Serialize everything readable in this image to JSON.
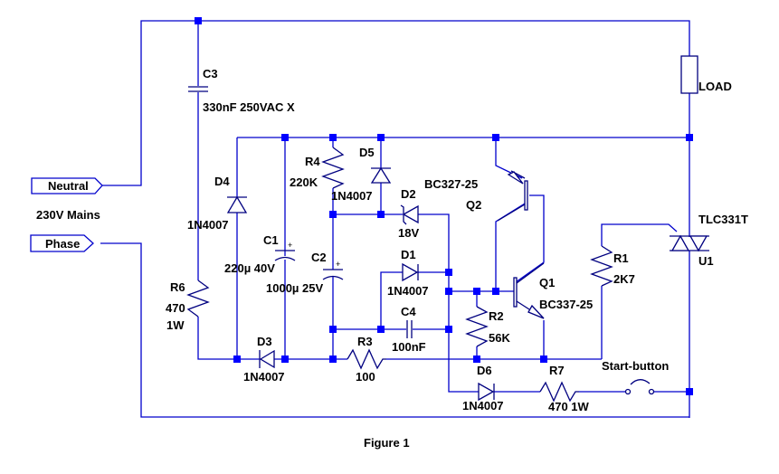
{
  "figure": {
    "caption": "Figure 1",
    "wire_color": "#0000cc",
    "junction_color": "#0000ff"
  },
  "ports": {
    "neutral": "Neutral",
    "phase": "Phase",
    "mains_label": "230V Mains"
  },
  "components": {
    "C3": {
      "ref": "C3",
      "value": "330nF 250VAC X"
    },
    "LOAD": {
      "ref": "LOAD"
    },
    "D4": {
      "ref": "D4",
      "value": "1N4007"
    },
    "R6": {
      "ref": "R6",
      "value": "470",
      "rating": "1W"
    },
    "C1": {
      "ref": "C1",
      "value": "220µ 40V"
    },
    "C2": {
      "ref": "C2",
      "value": "1000µ 25V"
    },
    "R4": {
      "ref": "R4",
      "value": "220K"
    },
    "D5": {
      "ref": "D5",
      "value": "1N4007"
    },
    "D2": {
      "ref": "D2",
      "value": "18V"
    },
    "D1": {
      "ref": "D1",
      "value": "1N4007"
    },
    "C4": {
      "ref": "C4",
      "value": "100nF"
    },
    "D3": {
      "ref": "D3",
      "value": "1N4007"
    },
    "R3": {
      "ref": "R3",
      "value": "100"
    },
    "Q2": {
      "ref": "Q2",
      "value": "BC327-25"
    },
    "Q1": {
      "ref": "Q1",
      "value": "BC337-25"
    },
    "R2": {
      "ref": "R2",
      "value": "56K"
    },
    "R1": {
      "ref": "R1",
      "value": "2K7"
    },
    "U1": {
      "ref": "U1",
      "value": "TLC331T"
    },
    "D6": {
      "ref": "D6",
      "value": "1N4007"
    },
    "R7": {
      "ref": "R7",
      "value": "470 1W"
    },
    "SW": {
      "ref": "Start-button"
    }
  }
}
